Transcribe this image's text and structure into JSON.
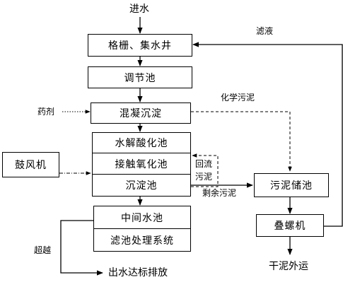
{
  "diagram": {
    "inlet_label": "进水",
    "filtrate_label": "滤液",
    "chem_sludge_label": "化学污泥",
    "reagent_label": "药剂",
    "reflux_label_1": "回流",
    "reflux_label_2": "污泥",
    "surplus_sludge_label": "剩余污泥",
    "bypass_label": "超越",
    "discharge_label": "出水达标排放",
    "dry_sludge_label": "干泥外运",
    "boxes": {
      "grille": "格栅、集水井",
      "regulating": "调节池",
      "coagulation": "混凝沉淀",
      "hydrolysis": "水解酸化池",
      "contact_oxidation": "接触氧化池",
      "sedimentation": "沉淀池",
      "blower": "鼓风机",
      "sludge_storage": "污泥储池",
      "screw_press": "叠螺机",
      "intermediate": "中间水池",
      "filter_system": "滤池处理系统"
    }
  }
}
